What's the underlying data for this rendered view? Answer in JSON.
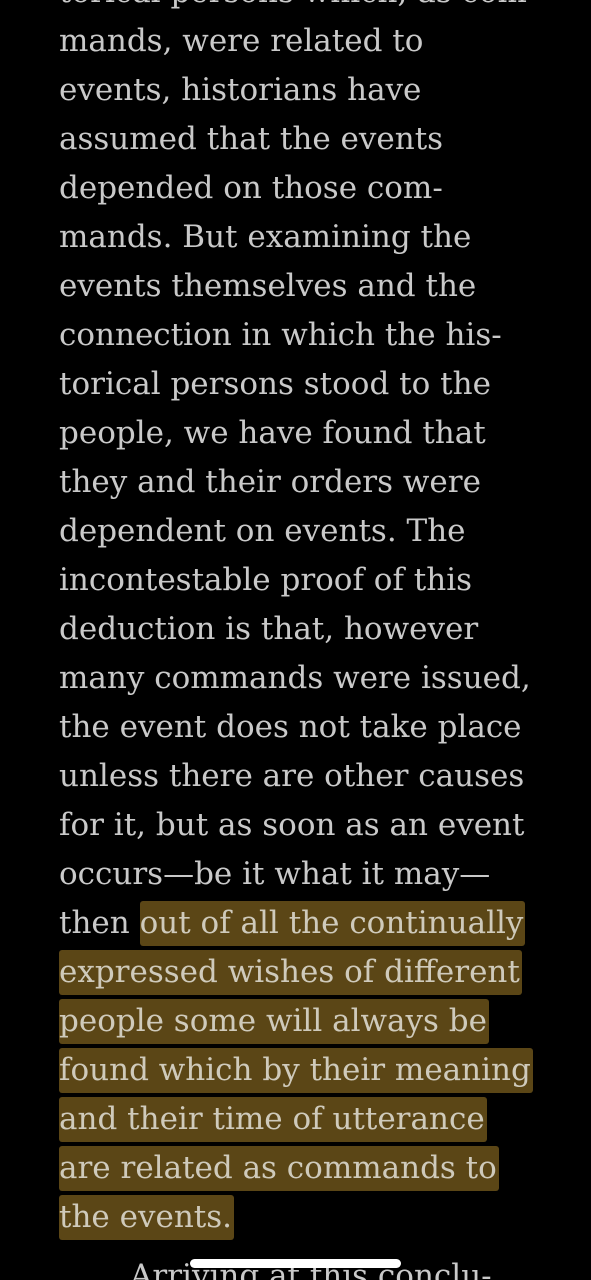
{
  "book": {
    "lines": [
      "torical persons which, as com-",
      "mands, were related to",
      "events, historians have",
      "assumed that the events",
      "depended on those com-",
      "mands. But examining the",
      "events themselves and the",
      "connection in which the his-",
      "torical persons stood to the",
      "people, we have found that",
      "they and their orders were",
      "dependent on events. The",
      "incontestable proof of this",
      "deduction is that, however",
      "many commands were issued,",
      "the event does not take place",
      "unless there are other causes",
      "for it, but as soon as an event",
      "occurs—be it what it may—"
    ],
    "partial_line_plain": "then ",
    "highlighted_lines": [
      "out of all the continually",
      "expressed wishes of different",
      "people some will always be",
      "found which by their meaning",
      "and their time of utterance",
      "are related as commands to",
      "the events."
    ],
    "next_paragraph_start": "Arriving at this conclu-"
  },
  "colors": {
    "background": "#000000",
    "text": "#c9c9c9",
    "highlight": "#5b4616"
  }
}
